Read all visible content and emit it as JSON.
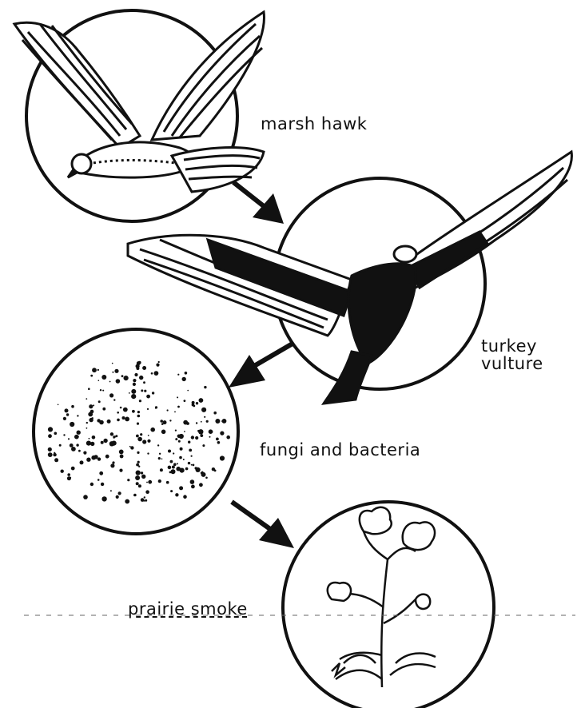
{
  "diagram": {
    "nodes": [
      {
        "id": "marsh-hawk",
        "label": "marsh hawk"
      },
      {
        "id": "turkey-vulture",
        "label": "turkey vulture"
      },
      {
        "id": "fungi-bacteria",
        "label": "fungi and bacteria"
      },
      {
        "id": "prairie-smoke",
        "label": "prairie smoke"
      }
    ],
    "edges": [
      {
        "from": "marsh-hawk",
        "to": "turkey-vulture"
      },
      {
        "from": "turkey-vulture",
        "to": "fungi-bacteria"
      },
      {
        "from": "fungi-bacteria",
        "to": "prairie-smoke"
      }
    ]
  },
  "colors": {
    "ink": "#111111",
    "paper": "#ffffff"
  }
}
